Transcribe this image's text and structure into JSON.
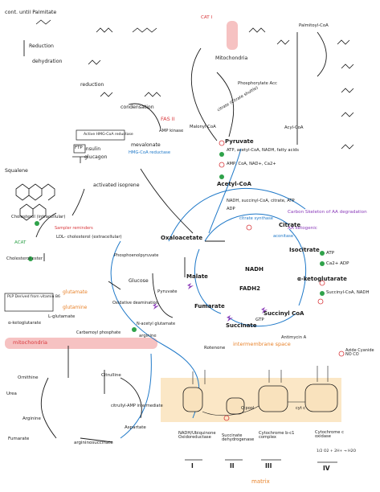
{
  "labels": {
    "cont_palmitate": "cont. until Palmitate",
    "reduction1": "Reduction",
    "dehydration": "dehydration",
    "reduction2": "reduction",
    "condensation": "condensation",
    "fasii": "FAS II",
    "carnitine_shuttle": "CAT I",
    "mitochondria": "Mitochondria",
    "palmitoyl_coa": "Palmitoyl-CoA",
    "acyl_coa": "Acyl-CoA",
    "phosphorylation": "Phosphorylate Acc",
    "citrate_shuttle": "citrate (Citrate shuttle)",
    "malonyl_coa": "Malonyl CoA",
    "amp_kinase": "AMP kinase",
    "insulin": "insulin",
    "glucagon": "glucagon",
    "ftp": "FTP",
    "active_hmg": "Active HMG-CoA reductase",
    "mevalonate": "mevalonate",
    "activated_isoprene": "activated isoprene",
    "squalene": "Squalene",
    "cholesterol": "Cholesterol (intracellular)",
    "cholesterol_ester": "Cholesterol ester",
    "ldl": "LDL- cholesterol (extracellular)",
    "acat": "ACAT",
    "pyruvate_top": "Pyruvate",
    "atp_acetyl": "ATP, acetyl-CoA, NADH, fatty acids",
    "amp_coa": "AMP, CoA, NAD+, Ca2+",
    "acetyl_coa": "Acetyl-CoA",
    "nadh_succinyl": "NADH, succinyl-CoA, citrate, ATP",
    "adp": "ADP",
    "carbon_skeleton": "Carbon Skeleton of AA degradation",
    "aa_ketogenic": "AA ketogenic",
    "citrate": "Citrate",
    "citrate_synthase": "citrate synthase",
    "isocitrate": "Isocitrate",
    "aconitase": "aconitase",
    "oxaloacetate": "Oxaloacetate",
    "phosphoenolpyruvate": "Phosphoenolpyruvate",
    "glucose": "Glucose",
    "pyruvate_mid": "Pyruvate",
    "malate": "Malate",
    "fumarate_tca": "Fumarate",
    "fadh2": "FADH2",
    "nadh_tca": "NADH",
    "atp_ca": "ATP",
    "ca_adp": "Ca2+ ADP",
    "a_ketoglutarate": "α-ketoglutarate",
    "succinyl_coa_nadh": "Succinyl-CoA, NADH",
    "succinyl_coa": "Succinyl CoA",
    "succinate": "Succinate",
    "gtp": "GTP",
    "glutamate": "glutamate",
    "glutamine": "glutamine",
    "l_glutamate": "L-glutamate",
    "oxidative_deamination": "Oxidative deamination",
    "a_ketoglutarate_aa": "α-ketoglutarate",
    "carbamoyl_phosphate": "Carbamoyl phosphate",
    "n_acetylglutamate": "N-acetyl glutamate",
    "arginine": "arginine",
    "mitochondria_label": "mitochondria",
    "ornithine": "Ornithine",
    "citrulline": "Citrulline",
    "urea": "Urea",
    "arginine_lower": "Arginine",
    "fumarate_urea": "Fumarate",
    "argininosuccinate": "argininosuccinate",
    "aspartate": "Aspartate",
    "citrullyl_amp": "citrullyl-AMP intermediate",
    "plp_derived": "PLP Derived from vitamin B6",
    "rotenone": "Rotenone",
    "intermembrane": "intermembrane space",
    "antimycin": "Antimycin A",
    "azide": "Azide Cyanide NO CO",
    "complex1": "NADH/Ubiquinone Oxidoreductase",
    "complex2": "Succinate dehydrogenase",
    "complex3": "Cytochrome b-c1 complex",
    "complex4": "Cytochrome c oxidase",
    "roman1": "I",
    "roman2": "II",
    "roman3": "III",
    "roman4": "IV",
    "qpool": "Q pool",
    "cytc": "cyt c",
    "matrix": "matrix",
    "o2_note": "1/2 O2 + 2H+ → H2O",
    "cholesterol_note": "Sampler reminders",
    "hmg_arrow": "HMG-CoA reductase"
  },
  "colors": {
    "black": "#1a1a1a",
    "orange": "#e8822a",
    "blue": "#1e78c8",
    "purple": "#8a3ab9",
    "red": "#d8373b",
    "green": "#2fa24a",
    "pink_band": "#f4b7b7",
    "membrane": "#f6d8a8"
  }
}
